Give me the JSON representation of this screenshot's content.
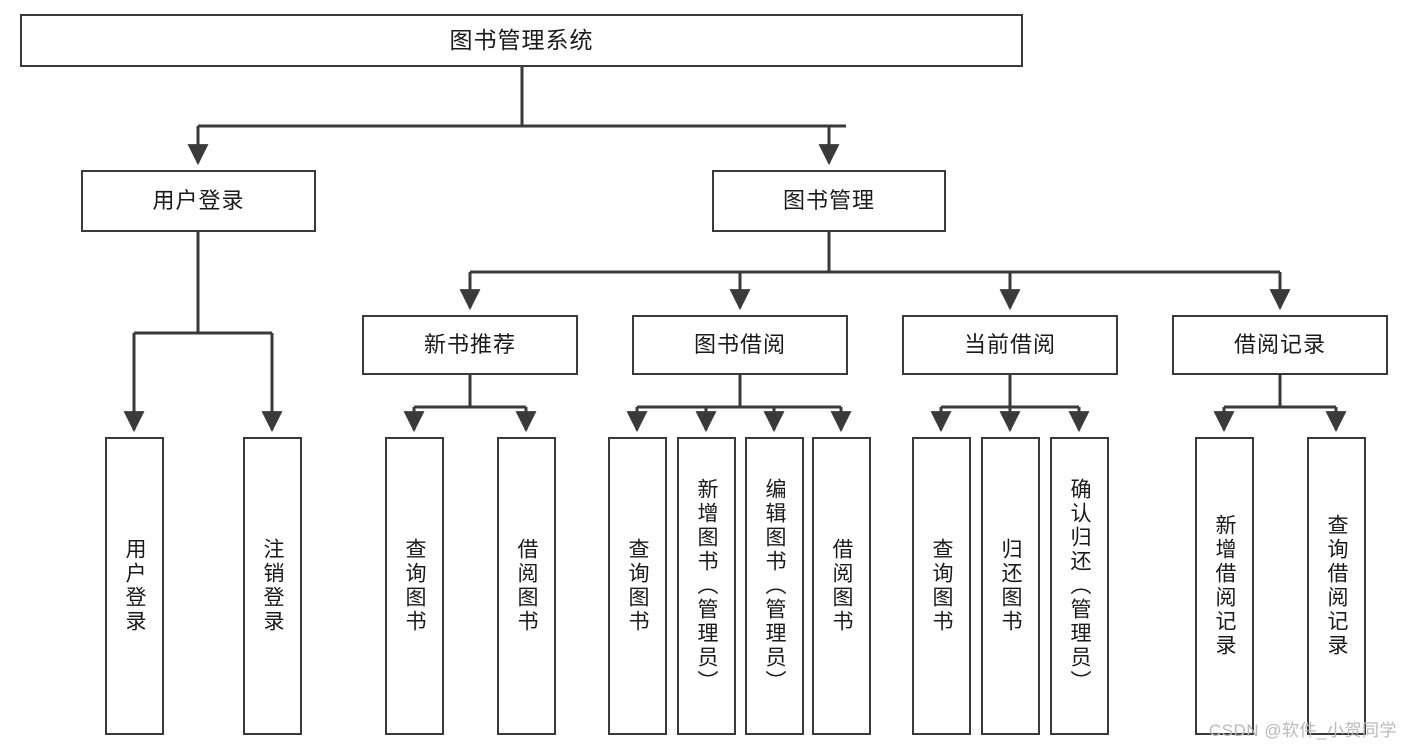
{
  "diagram": {
    "title": "图书管理系统",
    "type": "hierarchy-tree",
    "colors": {
      "box_border": "#3a3a3a",
      "box_fill": "#ffffff",
      "connector": "#3a3a3a",
      "text": "#1a1a1a",
      "watermark": "#b9b9b9",
      "background": "#ffffff"
    },
    "root": {
      "label": "图书管理系统"
    },
    "level2": [
      {
        "label": "用户登录"
      },
      {
        "label": "图书管理"
      }
    ],
    "level3": [
      {
        "label": "新书推荐"
      },
      {
        "label": "图书借阅"
      },
      {
        "label": "当前借阅"
      },
      {
        "label": "借阅记录"
      }
    ],
    "leaves": {
      "user_login": [
        {
          "label": "用户登录"
        },
        {
          "label": "注销登录"
        }
      ],
      "new_book_recommend": [
        {
          "label": "查询图书"
        },
        {
          "label": "借阅图书"
        }
      ],
      "book_borrow": [
        {
          "label": "查询图书"
        },
        {
          "label": "新增图书（管理员）"
        },
        {
          "label": "编辑图书（管理员）"
        },
        {
          "label": "借阅图书"
        }
      ],
      "current_borrow": [
        {
          "label": "查询图书"
        },
        {
          "label": "归还图书"
        },
        {
          "label": "确认归还（管理员）"
        }
      ],
      "borrow_record": [
        {
          "label": "新增借阅记录"
        },
        {
          "label": "查询借阅记录"
        }
      ]
    }
  },
  "watermark": {
    "text": "CSDN @软件_小贺同学"
  }
}
